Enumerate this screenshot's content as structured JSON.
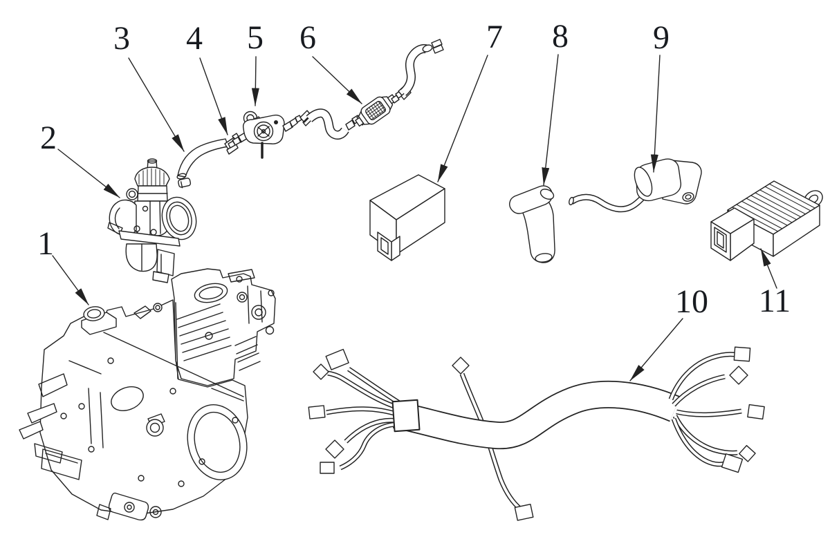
{
  "colors": {
    "background": "#ffffff",
    "linework": "#222222",
    "label_text": "#181b20"
  },
  "callouts": [
    {
      "label": "1",
      "points_to": "engine-assembly"
    },
    {
      "label": "2",
      "points_to": "carburetor"
    },
    {
      "label": "3",
      "points_to": "fuel-hose"
    },
    {
      "label": "4",
      "points_to": "hose-clamp"
    },
    {
      "label": "5",
      "points_to": "fuel-valve-petcock"
    },
    {
      "label": "6",
      "points_to": "fuel-filter"
    },
    {
      "label": "7",
      "points_to": "cdi-unit"
    },
    {
      "label": "8",
      "points_to": "spark-plug-cap"
    },
    {
      "label": "9",
      "points_to": "ignition-coil"
    },
    {
      "label": "10",
      "points_to": "wire-harness"
    },
    {
      "label": "11",
      "points_to": "voltage-regulator"
    }
  ]
}
